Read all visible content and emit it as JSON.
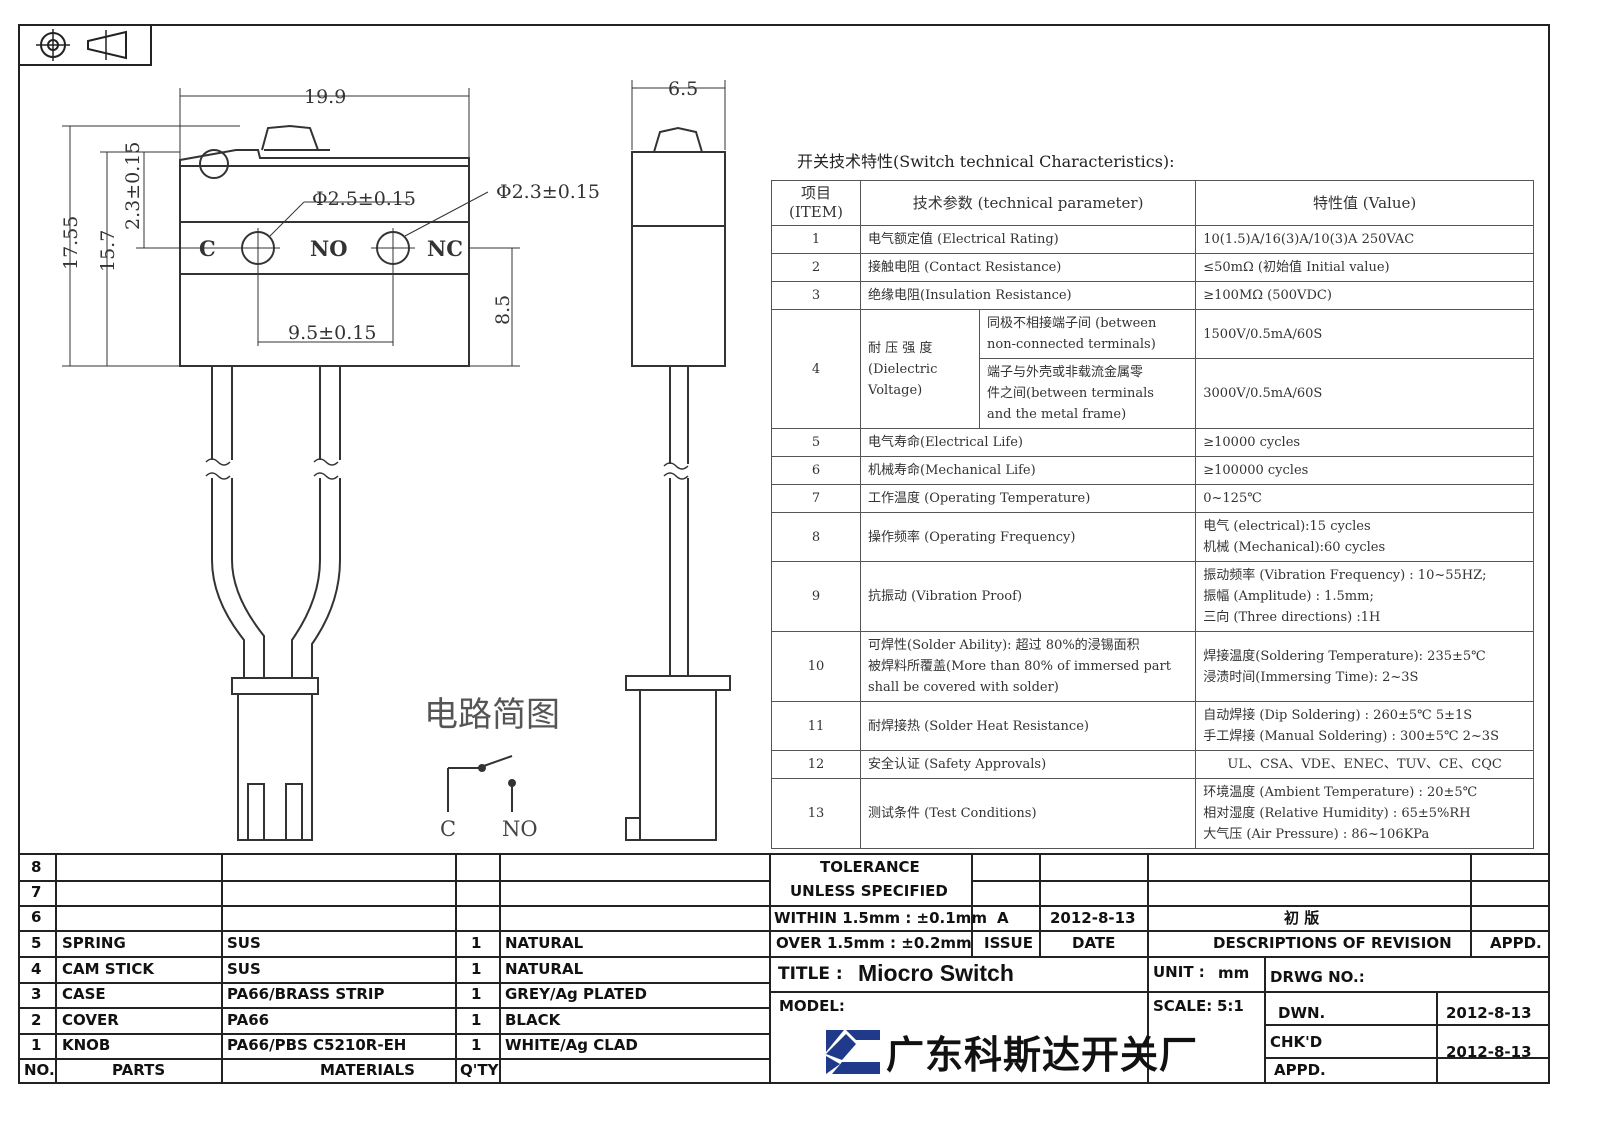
{
  "drawing": {
    "dim_width": "19.9",
    "dim_depth": "6.5",
    "dim_height": "17.55",
    "dim_body": "15.7",
    "dim_top": "2.3±0.15",
    "dim_hole_left": "Φ2.5±0.15",
    "dim_hole_right": "Φ2.3±0.15",
    "dim_pitch": "9.5±0.15",
    "dim_hole_height": "8.5",
    "terminal_c": "C",
    "terminal_no": "NO",
    "terminal_nc": "NC",
    "circuit_title": "电路简图",
    "circuit_c": "C",
    "circuit_no": "NO"
  },
  "specs": {
    "title": "开关技术特性(Switch technical Characteristics):",
    "headers": [
      "项目",
      "(ITEM)",
      "技术参数 (technical parameter)",
      "特性值 (Value)"
    ],
    "rows": [
      {
        "no": "1",
        "param": "电气额定值 (Electrical Rating)",
        "value": "10(1.5)A/16(3)A/10(3)A  250VAC"
      },
      {
        "no": "2",
        "param": "接触电阻 (Contact  Resistance)",
        "value": "≤50mΩ (初始值 Initial value)"
      },
      {
        "no": "3",
        "param": "绝缘电阻(Insulation Resistance)",
        "value": "≥100MΩ (500VDC)"
      },
      {
        "no": "4",
        "param_main": [
          "耐 压 强 度",
          "(Dielectric",
          "Voltage)"
        ],
        "sub": [
          {
            "label": [
              "同极不相接端子间 (between",
              "non-connected terminals)"
            ],
            "value": "1500V/0.5mA/60S"
          },
          {
            "label": [
              "端子与外壳或非载流金属零",
              "件之间(between terminals",
              "and the metal frame)"
            ],
            "value": "3000V/0.5mA/60S"
          }
        ]
      },
      {
        "no": "5",
        "param": "电气寿命(Electrical Life)",
        "value": "≥10000 cycles"
      },
      {
        "no": "6",
        "param": "机械寿命(Mechanical Life)",
        "value": "≥100000 cycles"
      },
      {
        "no": "7",
        "param": "工作温度 (Operating Temperature)",
        "value": "0~125℃"
      },
      {
        "no": "8",
        "param": "操作频率 (Operating Frequency)",
        "value_lines": [
          "电气 (electrical):15 cycles",
          "机械 (Mechanical):60 cycles"
        ]
      },
      {
        "no": "9",
        "param": "抗振动 (Vibration Proof)",
        "value_lines": [
          "振动频率 (Vibration Frequency) : 10~55HZ;",
          "振幅 (Amplitude) : 1.5mm;",
          "三向 (Three directions) :1H"
        ]
      },
      {
        "no": "10",
        "param_lines": [
          "可焊性(Solder Ability): 超过 80%的浸锡面积",
          "被焊料所覆盖(More than 80% of immersed part",
          "shall be covered with solder)"
        ],
        "value_lines": [
          "焊接温度(Soldering Temperature): 235±5℃",
          "浸渍时间(Immersing Time): 2~3S"
        ]
      },
      {
        "no": "11",
        "param": "耐焊接热 (Solder Heat Resistance)",
        "value_lines": [
          "自动焊接 (Dip Soldering) : 260±5℃ 5±1S",
          "手工焊接 (Manual Soldering) : 300±5℃ 2~3S"
        ]
      },
      {
        "no": "12",
        "param": "安全认证 (Safety Approvals)",
        "value": "UL、CSA、VDE、ENEC、TUV、CE、CQC"
      },
      {
        "no": "13",
        "param": "测试条件 (Test Conditions)",
        "value_lines": [
          "环境温度 (Ambient Temperature) : 20±5℃",
          "相对湿度 (Relative Humidity) : 65±5%RH",
          "大气压 (Air Pressure) : 86~106KPa"
        ]
      }
    ]
  },
  "parts": {
    "empty_rows": [
      "8",
      "7",
      "6"
    ],
    "rows": [
      {
        "no": "5",
        "part": "SPRING",
        "material": "SUS",
        "qty": "1",
        "finish": "NATURAL"
      },
      {
        "no": "4",
        "part": "CAM STICK",
        "material": "SUS",
        "qty": "1",
        "finish": "NATURAL"
      },
      {
        "no": "3",
        "part": "CASE",
        "material": "PA66/BRASS STRIP",
        "qty": "1",
        "finish": "GREY/Ag PLATED"
      },
      {
        "no": "2",
        "part": "COVER",
        "material": "PA66",
        "qty": "1",
        "finish": "BLACK"
      },
      {
        "no": "1",
        "part": "KNOB",
        "material": "PA66/PBS C5210R-EH",
        "qty": "1",
        "finish": "WHITE/Ag CLAD"
      }
    ],
    "header": {
      "no": "NO.",
      "parts": "PARTS",
      "materials": "MATERIALS",
      "qty": "Q'TY"
    }
  },
  "title_block": {
    "tolerance": "TOLERANCE",
    "unless": "UNLESS  SPECIFIED",
    "within": "WITHIN 1.5mm : ±0.1mm",
    "over": "OVER 1.5mm : ±0.2mm",
    "rev_letter": "A",
    "rev_date": "2012-8-13",
    "rev_desc": "初 版",
    "issue_label": "ISSUE",
    "date_label": "DATE",
    "desc_label": "DESCRIPTIONS OF REVISION",
    "appd_label": "APPD.",
    "title_label": "TITLE :",
    "title_value": "Miocro Switch",
    "unit_label": "UNIT :",
    "unit_value": "mm",
    "drwg_label": "DRWG NO.:",
    "model_label": "MODEL:",
    "scale_label": "SCALE:",
    "scale_value": "5:1",
    "dwn_label": "DWN.",
    "dwn_date": "2012-8-13",
    "chkd_label": "CHK'D",
    "chkd_date": "2012-8-13",
    "appd2_label": "APPD.",
    "company": "广东科斯达开关厂",
    "logo_color": "#1f3a8a"
  }
}
